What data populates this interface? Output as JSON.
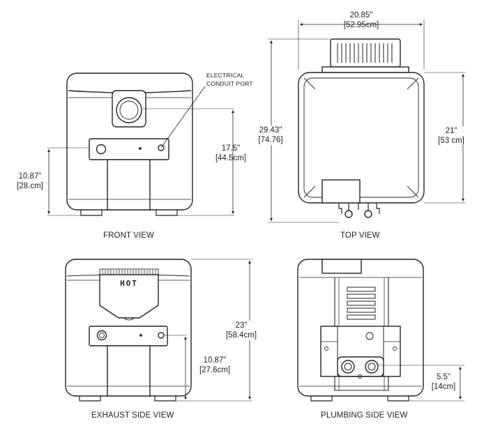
{
  "views": {
    "front": {
      "title": "FRONT VIEW"
    },
    "top": {
      "title": "TOP VIEW"
    },
    "exhaust": {
      "title": "EXHAUST SIDE VIEW",
      "hot_label": "HOT"
    },
    "plumbing": {
      "title": "PLUMBING SIDE VIEW"
    }
  },
  "callouts": {
    "electrical_line1": "ELECTRICAL",
    "electrical_line2": "CONDUIT PORT"
  },
  "dimensions": {
    "front_port_height": {
      "in": "10.87\"",
      "cm": "[28.cm]"
    },
    "front_height": {
      "in": "17.5\"",
      "cm": "[44.5cm]"
    },
    "top_width": {
      "in": "20.85\"",
      "cm": "[52.95cm]"
    },
    "top_depth_overall": {
      "in": "29.43\"",
      "cm": "[74.76]"
    },
    "top_depth_body": {
      "in": "21\"",
      "cm": "[53 cm]"
    },
    "exhaust_height": {
      "in": "23\"",
      "cm": "[58.4cm]"
    },
    "exhaust_port_height": {
      "in": "10.87\"",
      "cm": "[27.6cm]"
    },
    "plumbing_port_height": {
      "in": "5.5\"",
      "cm": "[14cm]"
    }
  }
}
